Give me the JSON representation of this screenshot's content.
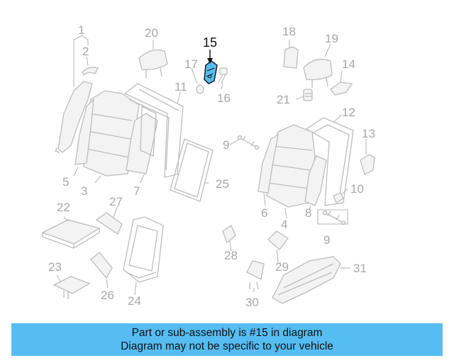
{
  "highlight_color": "#55bdf2",
  "highlighted_part": "15",
  "labels": {
    "p1": "1",
    "p2": "2",
    "p3": "3",
    "p5": "5",
    "p7": "7",
    "p11": "11",
    "p15": "15",
    "p16": "16",
    "p17": "17",
    "p20": "20",
    "p22": "22",
    "p23": "23",
    "p24": "24",
    "p25": "25",
    "p26": "26",
    "p27": "27",
    "p28": "28",
    "p29": "29",
    "p30": "30",
    "p31": "31",
    "p4": "4",
    "p6": "6",
    "p8": "8",
    "p9a": "9",
    "p9b": "9",
    "p10": "10",
    "p12": "12",
    "p13": "13",
    "p14": "14",
    "p18": "18",
    "p19": "19",
    "p21": "21"
  },
  "banner": {
    "line1": "Part or sub-assembly is #15 in diagram",
    "line2": "Diagram may not be specific to your vehicle"
  }
}
